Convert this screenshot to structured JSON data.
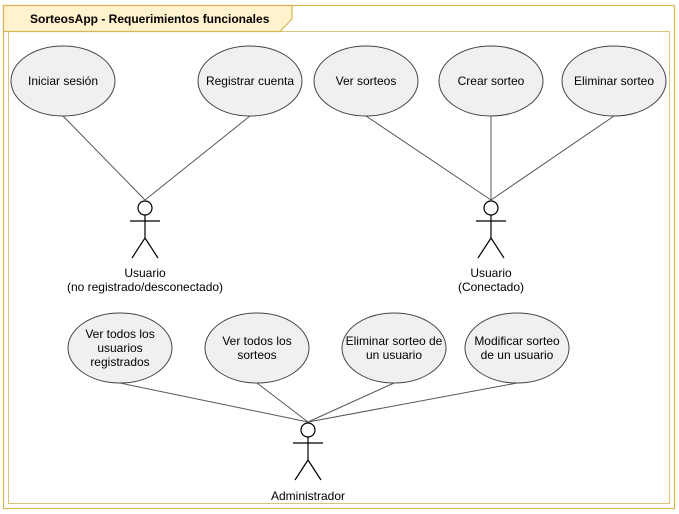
{
  "diagram": {
    "title": "SorteosApp - Requerimientos funcionales",
    "colors": {
      "frame": "#d6b656",
      "tab_fill": "#fff2cc",
      "ellipse_fill": "#f0f0f0"
    },
    "actors": [
      {
        "id": "usuario-desconectado",
        "label_lines": [
          "Usuario",
          "(no registrado/desconectado)"
        ]
      },
      {
        "id": "usuario-conectado",
        "label_lines": [
          "Usuario",
          "(Conectado)"
        ]
      },
      {
        "id": "administrador",
        "label_lines": [
          "Administrador"
        ]
      }
    ],
    "use_cases": [
      {
        "id": "iniciar-sesion",
        "lines": [
          "Iniciar sesión"
        ],
        "actor": "usuario-desconectado"
      },
      {
        "id": "registrar-cuenta",
        "lines": [
          "Registrar cuenta"
        ],
        "actor": "usuario-desconectado"
      },
      {
        "id": "ver-sorteos",
        "lines": [
          "Ver sorteos"
        ],
        "actor": "usuario-conectado"
      },
      {
        "id": "crear-sorteo",
        "lines": [
          "Crear sorteo"
        ],
        "actor": "usuario-conectado"
      },
      {
        "id": "eliminar-sorteo",
        "lines": [
          "Eliminar sorteo"
        ],
        "actor": "usuario-conectado"
      },
      {
        "id": "ver-todos-usuarios",
        "lines": [
          "Ver todos los",
          "usuarios",
          "registrados"
        ],
        "actor": "administrador"
      },
      {
        "id": "ver-todos-sorteos",
        "lines": [
          "Ver todos los",
          "sorteos"
        ],
        "actor": "administrador"
      },
      {
        "id": "eliminar-sorteo-usuario",
        "lines": [
          "Eliminar sorteo de",
          "un usuario"
        ],
        "actor": "administrador"
      },
      {
        "id": "modificar-sorteo-usuario",
        "lines": [
          "Modificar sorteo",
          "de un usuario"
        ],
        "actor": "administrador"
      }
    ]
  }
}
